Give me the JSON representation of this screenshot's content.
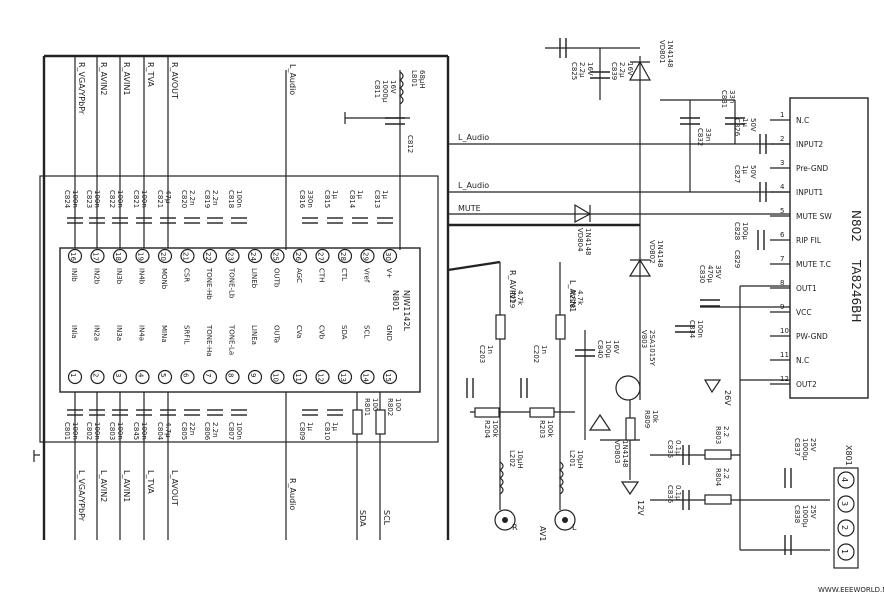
{
  "title": "",
  "colors": {
    "ink": "#222222",
    "paper": "#ffffff"
  },
  "ic1": {
    "name": "NJW1142L",
    "ref": "N801",
    "top_pins": [
      {
        "n": "16",
        "label": "INlb"
      },
      {
        "n": "17",
        "label": "IN2b"
      },
      {
        "n": "18",
        "label": "IN3b"
      },
      {
        "n": "19",
        "label": "IN4b"
      },
      {
        "n": "20",
        "label": "MONb"
      },
      {
        "n": "21",
        "label": "CSR"
      },
      {
        "n": "22",
        "label": "TONE-Hb"
      },
      {
        "n": "23",
        "label": "TONE-Lb"
      },
      {
        "n": "24",
        "label": "LINEb"
      },
      {
        "n": "25",
        "label": "OUTb"
      },
      {
        "n": "26",
        "label": "AGC"
      },
      {
        "n": "27",
        "label": "CTH"
      },
      {
        "n": "28",
        "label": "CTL"
      },
      {
        "n": "29",
        "label": "Vref"
      },
      {
        "n": "30",
        "label": "V+"
      }
    ],
    "bottom_pins": [
      {
        "n": "1",
        "label": "INla"
      },
      {
        "n": "2",
        "label": "IN2a"
      },
      {
        "n": "3",
        "label": "IN3a"
      },
      {
        "n": "4",
        "label": "IN4a"
      },
      {
        "n": "5",
        "label": "MINa"
      },
      {
        "n": "6",
        "label": "SRFIL"
      },
      {
        "n": "7",
        "label": "TONE-Ha"
      },
      {
        "n": "8",
        "label": "TONE-La"
      },
      {
        "n": "9",
        "label": "LINEa"
      },
      {
        "n": "10",
        "label": "OUTa"
      },
      {
        "n": "11",
        "label": "CVa"
      },
      {
        "n": "12",
        "label": "CVb"
      },
      {
        "n": "13",
        "label": "SDA"
      },
      {
        "n": "14",
        "label": "SCL"
      },
      {
        "n": "15",
        "label": "GND"
      }
    ]
  },
  "ic2": {
    "name": "TA8246BH",
    "ref": "N802",
    "pins": [
      {
        "n": "1",
        "label": "N.C"
      },
      {
        "n": "2",
        "label": "INPUT2"
      },
      {
        "n": "3",
        "label": "Pre-GND"
      },
      {
        "n": "4",
        "label": "INPUT1"
      },
      {
        "n": "5",
        "label": "MUTE SW"
      },
      {
        "n": "6",
        "label": "RIP FIL"
      },
      {
        "n": "7",
        "label": "MUTE T.C"
      },
      {
        "n": "8",
        "label": "OUT1"
      },
      {
        "n": "9",
        "label": "VCC"
      },
      {
        "n": "10",
        "label": "PW-GND"
      },
      {
        "n": "11",
        "label": "N.C"
      },
      {
        "n": "12",
        "label": "OUT2"
      }
    ]
  },
  "nets_top": [
    "R_VGA/YPbPr",
    "R_AVIN2",
    "R_AVIN1",
    "R_TVA",
    "R_AVOUT"
  ],
  "nets_bottom": [
    "L_VGA/YPbPr",
    "L_AVIN2",
    "L_AVIN1",
    "L_TVA",
    "L_AVOUT"
  ],
  "net_labels": {
    "l_audio_top": "L_Audio",
    "l_audio_in2": "L_Audio",
    "l_audio_in1": "L_Audio",
    "mute": "MUTE",
    "r_audio": "R_Audio",
    "sda": "SDA",
    "scl": "SCL",
    "r_avin1": "R_AVIN1",
    "l_avin1": "L_AVIN1",
    "v26": "26V",
    "v12": "12V"
  },
  "top_caps": [
    {
      "ref": "C824",
      "val": "100n"
    },
    {
      "ref": "C823",
      "val": "100n"
    },
    {
      "ref": "C822",
      "val": "100n"
    },
    {
      "ref": "C821",
      "val": "100n"
    },
    {
      "ref": "C821",
      "val": "47μ"
    },
    {
      "ref": "C820",
      "val": "2.2n"
    },
    {
      "ref": "C819",
      "val": "2.2n"
    },
    {
      "ref": "C818",
      "val": "100n"
    },
    {
      "ref": "C816",
      "val": "330n"
    },
    {
      "ref": "C815",
      "val": "1μ"
    },
    {
      "ref": "C814",
      "val": "1μ"
    },
    {
      "ref": "C813",
      "val": "1μ"
    }
  ],
  "bottom_caps": [
    {
      "ref": "C801",
      "val": "100n"
    },
    {
      "ref": "C802",
      "val": "100n"
    },
    {
      "ref": "C803",
      "val": "100n"
    },
    {
      "ref": "C845",
      "val": "100n"
    },
    {
      "ref": "C804",
      "val": "4.7μ"
    },
    {
      "ref": "C805",
      "val": "22n"
    },
    {
      "ref": "C806",
      "val": "2.2n"
    },
    {
      "ref": "C807",
      "val": "100n"
    },
    {
      "ref": "C809",
      "val": "1μ"
    },
    {
      "ref": "C810",
      "val": "1μ"
    }
  ],
  "parts": {
    "l801": [
      "L801",
      "68μH"
    ],
    "c811": [
      "C811",
      "1000μ",
      "16V"
    ],
    "c812": [
      "C812"
    ],
    "c825": [
      "C825",
      "2.2μ",
      "16V"
    ],
    "c839": [
      "C839",
      "2.2μ",
      "16V"
    ],
    "vd801": [
      "VD801",
      "1N4148"
    ],
    "c831": [
      "C831",
      "33n"
    ],
    "c826": [
      "C826",
      "1μ",
      "50V"
    ],
    "c832": [
      "C832",
      "33n"
    ],
    "c827": [
      "C827",
      "1μ",
      "50V"
    ],
    "vd804": [
      "VD804",
      "1N4148"
    ],
    "vd802": [
      "VD802",
      "1N4148"
    ],
    "c828": [
      "C828",
      "100μ"
    ],
    "c829": [
      "C829"
    ],
    "c830": [
      "C830",
      "470μ",
      "35V"
    ],
    "c834": [
      "C834",
      "100n"
    ],
    "r229": [
      "R229",
      "4.7k"
    ],
    "c203": [
      "C203",
      "1n"
    ],
    "r228": [
      "R228",
      "4.7k"
    ],
    "c202": [
      "C202",
      "1n"
    ],
    "r204": [
      "R204",
      "100k"
    ],
    "r203": [
      "R203",
      "100k"
    ],
    "l202": [
      "L202",
      "10μH"
    ],
    "l201": [
      "L201",
      "10μH"
    ],
    "c840": [
      "C840",
      "100μ",
      "16V"
    ],
    "v803": [
      "V803",
      "2SA1015Y"
    ],
    "r809": [
      "R809",
      "10k"
    ],
    "vd803": [
      "VD803",
      "1N4148"
    ],
    "c835": [
      "C835",
      "0.1μ"
    ],
    "c836": [
      "C836",
      "0.1μ"
    ],
    "r803": [
      "R803",
      "2.2"
    ],
    "r804": [
      "R804",
      "2.2"
    ],
    "c837": [
      "C837",
      "1000μ",
      "25V"
    ],
    "c838": [
      "C838",
      "1000μ",
      "25V"
    ],
    "r801": [
      "R801",
      "100"
    ],
    "r802": [
      "R802",
      "100"
    ],
    "av1": "AV1",
    "jack_r": "R",
    "jack_l": "L",
    "x801": "X801",
    "x801_pins": [
      "4",
      "3",
      "2",
      "1"
    ]
  },
  "watermark": "WWW.EEEWORLD.NET"
}
